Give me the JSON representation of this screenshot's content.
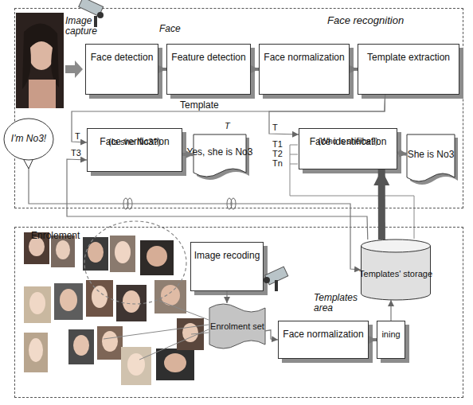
{
  "diagram": {
    "nodes": [
      {
        "text": [
          "Face recognition"
        ]
      },
      {
        "text": [
          "Face detection"
        ],
        "in": 0
      },
      {
        "text": [
          "Feature detection"
        ],
        "in": 0
      },
      {
        "text": [
          "Face normalization"
        ],
        "in": 0
      },
      {
        "text": [
          "Template extraction"
        ],
        "in": 0
      },
      {
        "text": [
          "Face verification",
          "(Is she No3?)"
        ],
        "in": 0
      },
      {
        "text": [
          "Yes, she is No3"
        ],
        "in": 0
      },
      {
        "text": [
          "Face identification",
          "(Who is she/he?)"
        ],
        "in": 0
      },
      {
        "text": [
          "She is No3"
        ],
        "in": 0
      },
      {
        "text": [
          "I'm No3!"
        ]
      },
      {
        "text": [
          "Enrolement"
        ]
      },
      {
        "text": [
          "Image recoding"
        ],
        "in": 10
      },
      {
        "text": [
          "Enrolment set"
        ],
        "in": 10
      },
      {
        "text": [
          "Face normalization"
        ],
        "in": 10
      },
      {
        "text": [
          "ining"
        ],
        "in": 10
      },
      {
        "text": [
          "Templates' storage"
        ],
        "in": 10
      }
    ],
    "edges": [
      {
        "from": 1,
        "to": 2,
        "arrow": "to"
      },
      {
        "from": 2,
        "to": 3,
        "arrow": "to"
      },
      {
        "from": 3,
        "to": 4,
        "arrow": "to"
      },
      {
        "from": 5,
        "to": 6,
        "arrow": "to"
      },
      {
        "from": 7,
        "to": 8,
        "arrow": "to"
      },
      {
        "from": 4,
        "to": 5,
        "label": "Template",
        "arrow": "to"
      },
      {
        "from": 4,
        "to": 7,
        "arrow": "to"
      },
      {
        "from": 15,
        "to": 7,
        "arrow": "to"
      },
      {
        "from": 15,
        "to": 5,
        "arrow": "to"
      },
      {
        "from": 9,
        "to": 15,
        "arrow": "to"
      },
      {
        "from": 11,
        "to": 12,
        "arrow": "to"
      },
      {
        "from": 12,
        "to": 13,
        "arrow": "to"
      },
      {
        "from": 13,
        "to": 14,
        "arrow": "to"
      },
      {
        "from": 14,
        "to": 15,
        "arrow": "to"
      }
    ],
    "labels": [
      "Face",
      "Image capture",
      "T",
      "T",
      "T3",
      "T",
      "T1",
      "T2",
      "Tn",
      "Templates area"
    ]
  }
}
